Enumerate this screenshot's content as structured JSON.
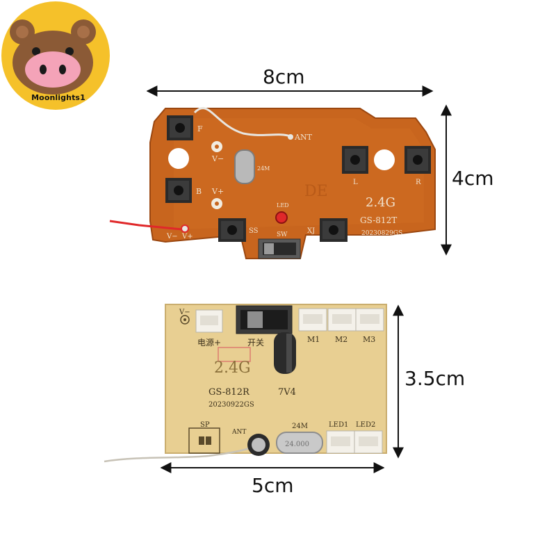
{
  "watermark": {
    "text": "Moonlights1"
  },
  "dimensions": {
    "transmitter_width": "8cm",
    "transmitter_height": "4cm",
    "receiver_height": "3.5cm",
    "receiver_width": "5cm"
  },
  "transmitter_board": {
    "model": "GS-812T",
    "frequency": "2.4G",
    "date_code": "20230829GS",
    "silkscreen": {
      "ant": "ANT",
      "f": "F",
      "b": "B",
      "l": "L",
      "r": "R",
      "ss": "SS",
      "xj": "XJ",
      "sw": "SW",
      "led": "LED",
      "v_minus": "V−",
      "v_plus": "V+",
      "v_minus_pad": "V−",
      "v_plus_pad": "V+",
      "crystal": "24M",
      "stamp": "DE"
    }
  },
  "receiver_board": {
    "model": "GS-812R",
    "voltage": "7V4",
    "frequency": "2.4G",
    "date_code": "20230922GS",
    "silkscreen": {
      "v_minus": "V−",
      "power": "电源+",
      "switch": "开关",
      "m1": "M1",
      "m2": "M2",
      "m3": "M3",
      "sp": "SP",
      "ant": "ANT",
      "crystal_label": "24M",
      "crystal_marking": "24.000",
      "led1": "LED1",
      "led2": "LED2"
    }
  },
  "colors": {
    "transmitter_pcb": "#c8651e",
    "receiver_pcb": "#e8cf92",
    "accent_red": "#e0282a"
  }
}
